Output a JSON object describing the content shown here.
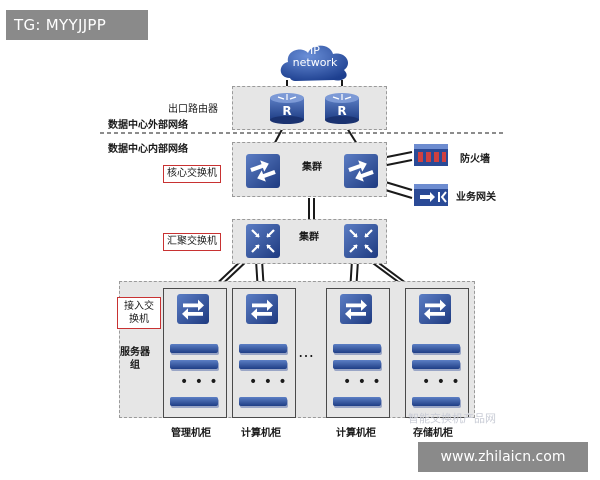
{
  "badges": {
    "top_left": "TG: MYYJJPP",
    "bottom_right": "www.zhilaicn.com"
  },
  "cloud": {
    "line1": "IP",
    "line2": "network"
  },
  "labels": {
    "export_router": "出口路由器",
    "outside_network": "数据中心外部网络",
    "inside_network": "数据中心内部网络",
    "core_switch": "核心交换机",
    "aggregation_switch": "汇聚交换机",
    "access_switch_line1": "接入交",
    "access_switch_line2": "换机",
    "server_group_line1": "服务器",
    "server_group_line2": "组",
    "cluster_top": "集群",
    "cluster_mid": "集群",
    "firewall": "防火墙",
    "gateway": "业务网关",
    "router_letter": "R"
  },
  "cabinets": [
    {
      "label": "管理机柜"
    },
    {
      "label": "计算机柜"
    },
    {
      "label": "计算机柜"
    },
    {
      "label": "存储机柜"
    }
  ],
  "ellipsis": "…",
  "server_dots": "• • •",
  "watermark": "智能交换机产品网",
  "colors": {
    "device_blue": "#2f55a4",
    "device_dark": "#1f3e86",
    "panel_grey": "#e6e6e6",
    "accent_red": "#c83232",
    "badge_grey": "#8a8a8a"
  }
}
